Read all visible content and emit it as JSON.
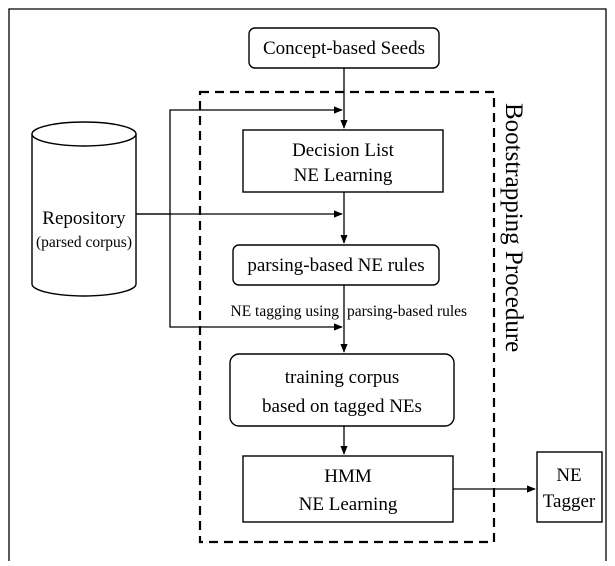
{
  "nodes": {
    "seeds": {
      "label": "Concept-based Seeds"
    },
    "decision_list": {
      "line1": "Decision List",
      "line2": "NE Learning"
    },
    "repository": {
      "line1": "Repository",
      "line2": "(parsed corpus)"
    },
    "parsing_rules": {
      "label": "parsing-based NE rules"
    },
    "training_corpus": {
      "line1": "training corpus",
      "line2": "based on tagged NEs"
    },
    "hmm": {
      "line1": "HMM",
      "line2": "NE Learning"
    },
    "ne_tagger": {
      "line1": "NE",
      "line2": "Tagger"
    }
  },
  "edge_labels": {
    "tagging_left": "NE tagging using",
    "tagging_right": "parsing-based rules"
  },
  "region": {
    "label": "Bootstrapping Procedure"
  },
  "colors": {
    "stroke": "#000000",
    "background": "#ffffff"
  }
}
